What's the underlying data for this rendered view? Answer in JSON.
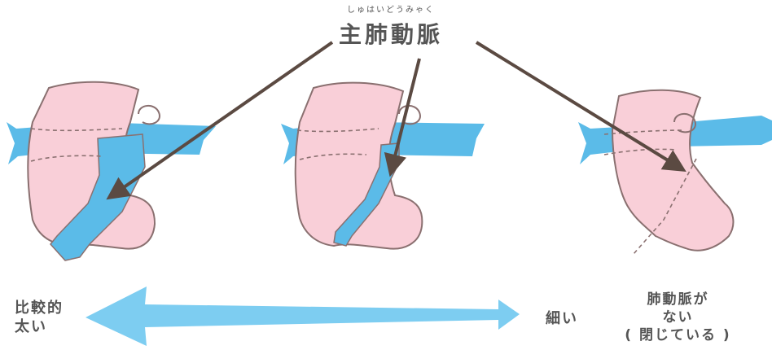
{
  "title": {
    "furigana": "しゅはいどうみゃく",
    "main": "主肺動脈"
  },
  "scale": {
    "left_label_line1": "比較的",
    "left_label_line2": "太い",
    "right_label": "細い"
  },
  "no_artery": {
    "line1": "肺動脈が",
    "line2": "ない",
    "line3": "( 閉じている )"
  },
  "colors": {
    "artery_blue": "#5bbbe8",
    "heart_pink": "#f9cfd8",
    "outline": "#8a7070",
    "arrow_brown": "#5b4a42",
    "scale_arrow": "#7dcdf1"
  }
}
